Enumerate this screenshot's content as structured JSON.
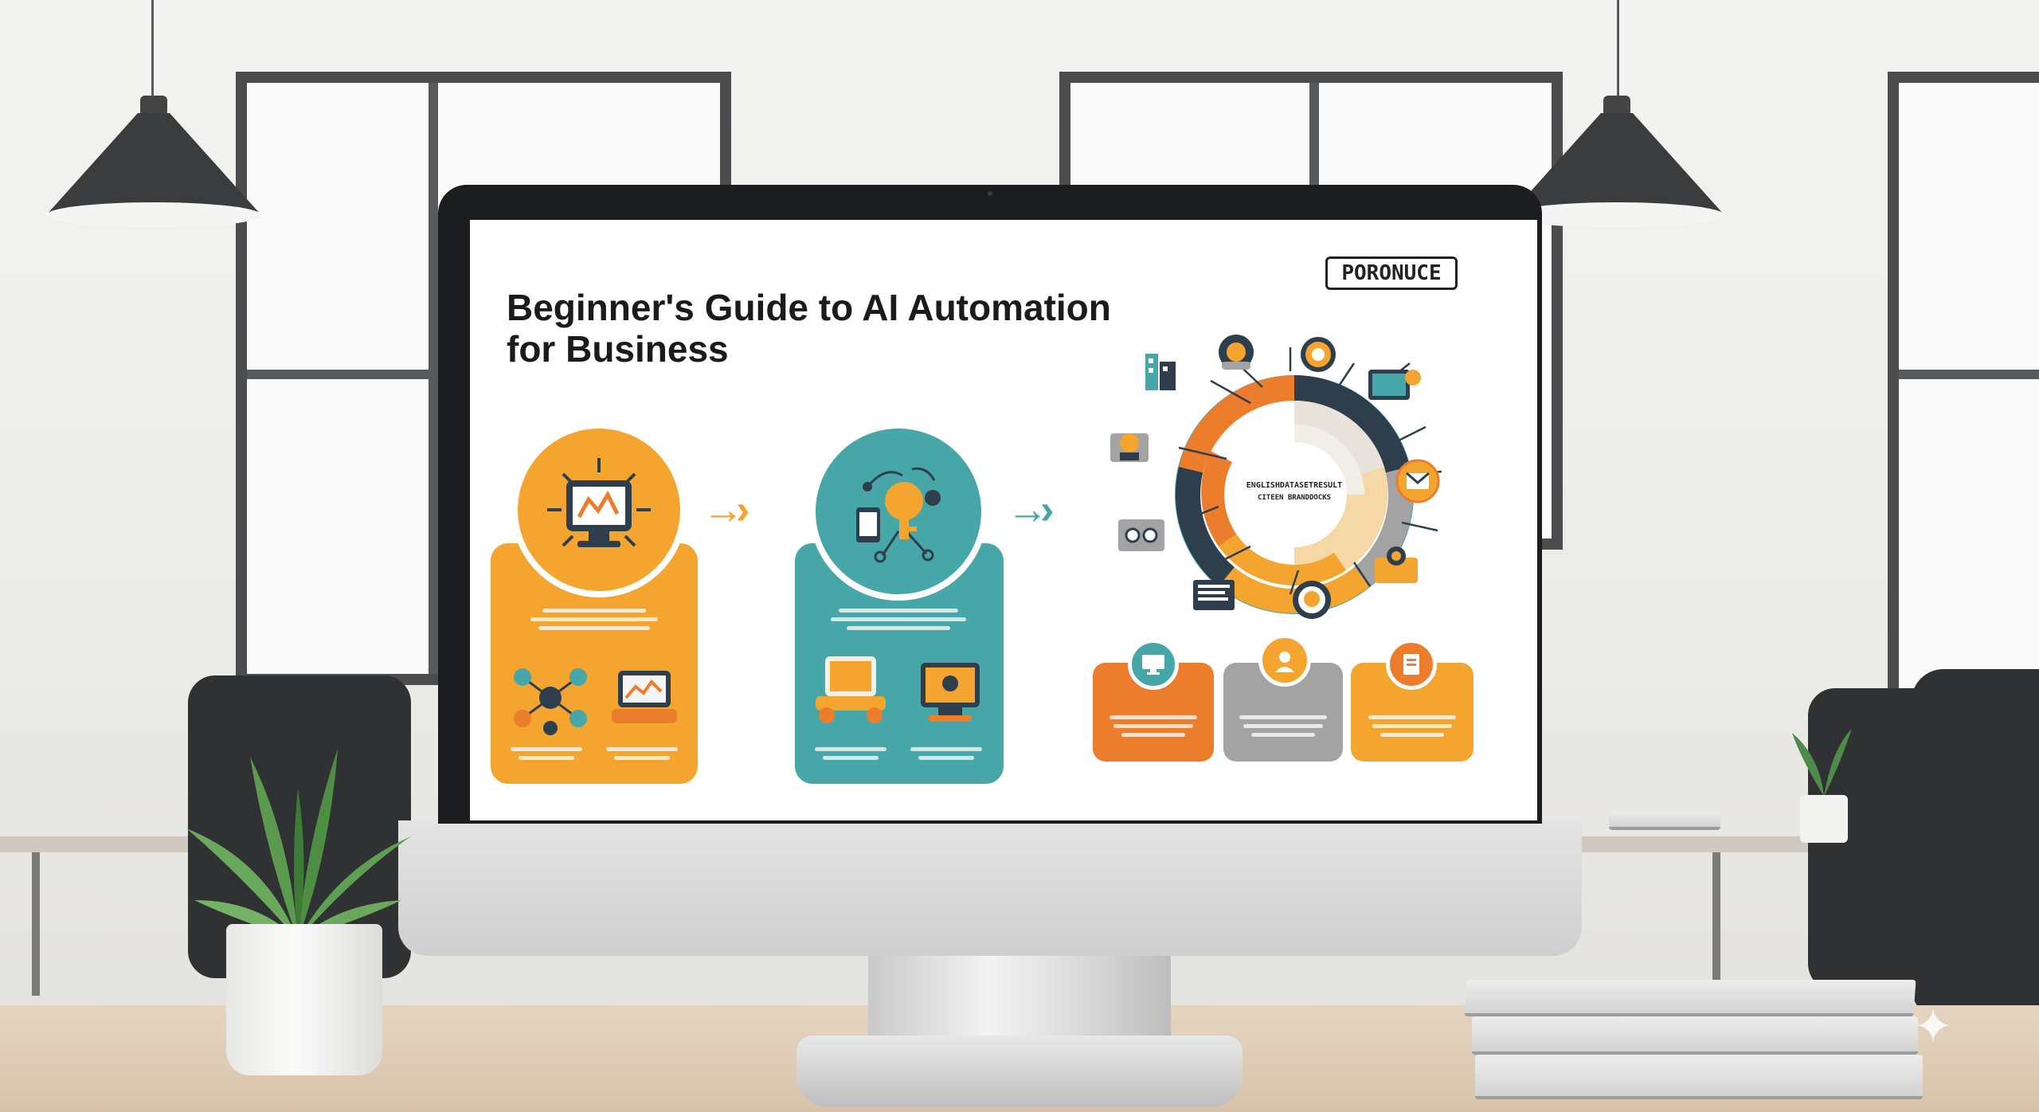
{
  "slide": {
    "title_line1": "Beginner's Guide to AI Automation",
    "title_line2": "for Business",
    "brand_badge": "PORONUCE",
    "hub_label_line1": "ENGLISHDATASETRESULT",
    "hub_label_line2": "CITEEN BRANDDOCKS"
  },
  "colors": {
    "orange": "#f3a52f",
    "teal": "#47a7a8",
    "deep_orange": "#ec7d2c",
    "gray": "#a3a3a3",
    "navy": "#2f3e4c"
  },
  "icons": {
    "step1": "monitor-icon",
    "step2": "ai-key-icon",
    "step3": "automation-wheel-icon"
  }
}
